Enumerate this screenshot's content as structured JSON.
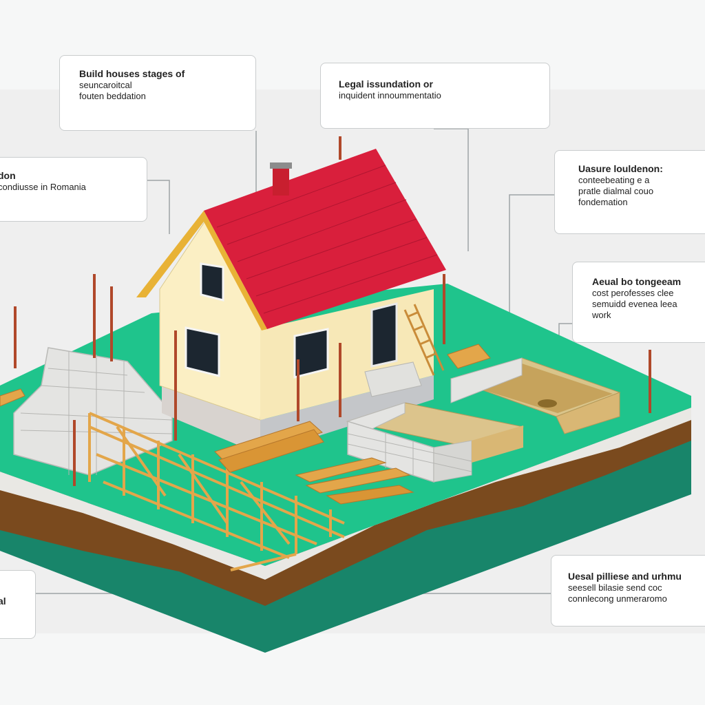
{
  "callouts": [
    {
      "id": "c1",
      "title": "Build houses stages of",
      "lines": [
        "seuncaroitcal",
        "fouten beddation"
      ]
    },
    {
      "id": "c2",
      "title": "Legal issundation or",
      "lines": [
        "inquident innoummentatio"
      ]
    },
    {
      "id": "c3",
      "title": "don",
      "lines": [
        "condiusse in Romania"
      ]
    },
    {
      "id": "c4",
      "title": "Uasure louldenon:",
      "lines": [
        "conteebeating e a",
        "pratle dialmal couo",
        "fondemation"
      ]
    },
    {
      "id": "c5",
      "title": "Aeual bo tongeeam",
      "lines": [
        "cost perofesses clee",
        "semuidd evenea leea",
        "work"
      ]
    },
    {
      "id": "c6",
      "title": "Uesal pilliese and urhmu",
      "lines": [
        "seesell bilasie send coc",
        "connlecong unmeraromo"
      ]
    },
    {
      "id": "c7",
      "title": "al",
      "lines": []
    }
  ],
  "colors": {
    "grass": "#1fc48c",
    "soil": "#7a4a1e",
    "base": "#18856a",
    "roof": "#d91f3c",
    "walls": "#fbefc4",
    "wood": "#e3a64a",
    "blocks": "#e4e4e2"
  }
}
